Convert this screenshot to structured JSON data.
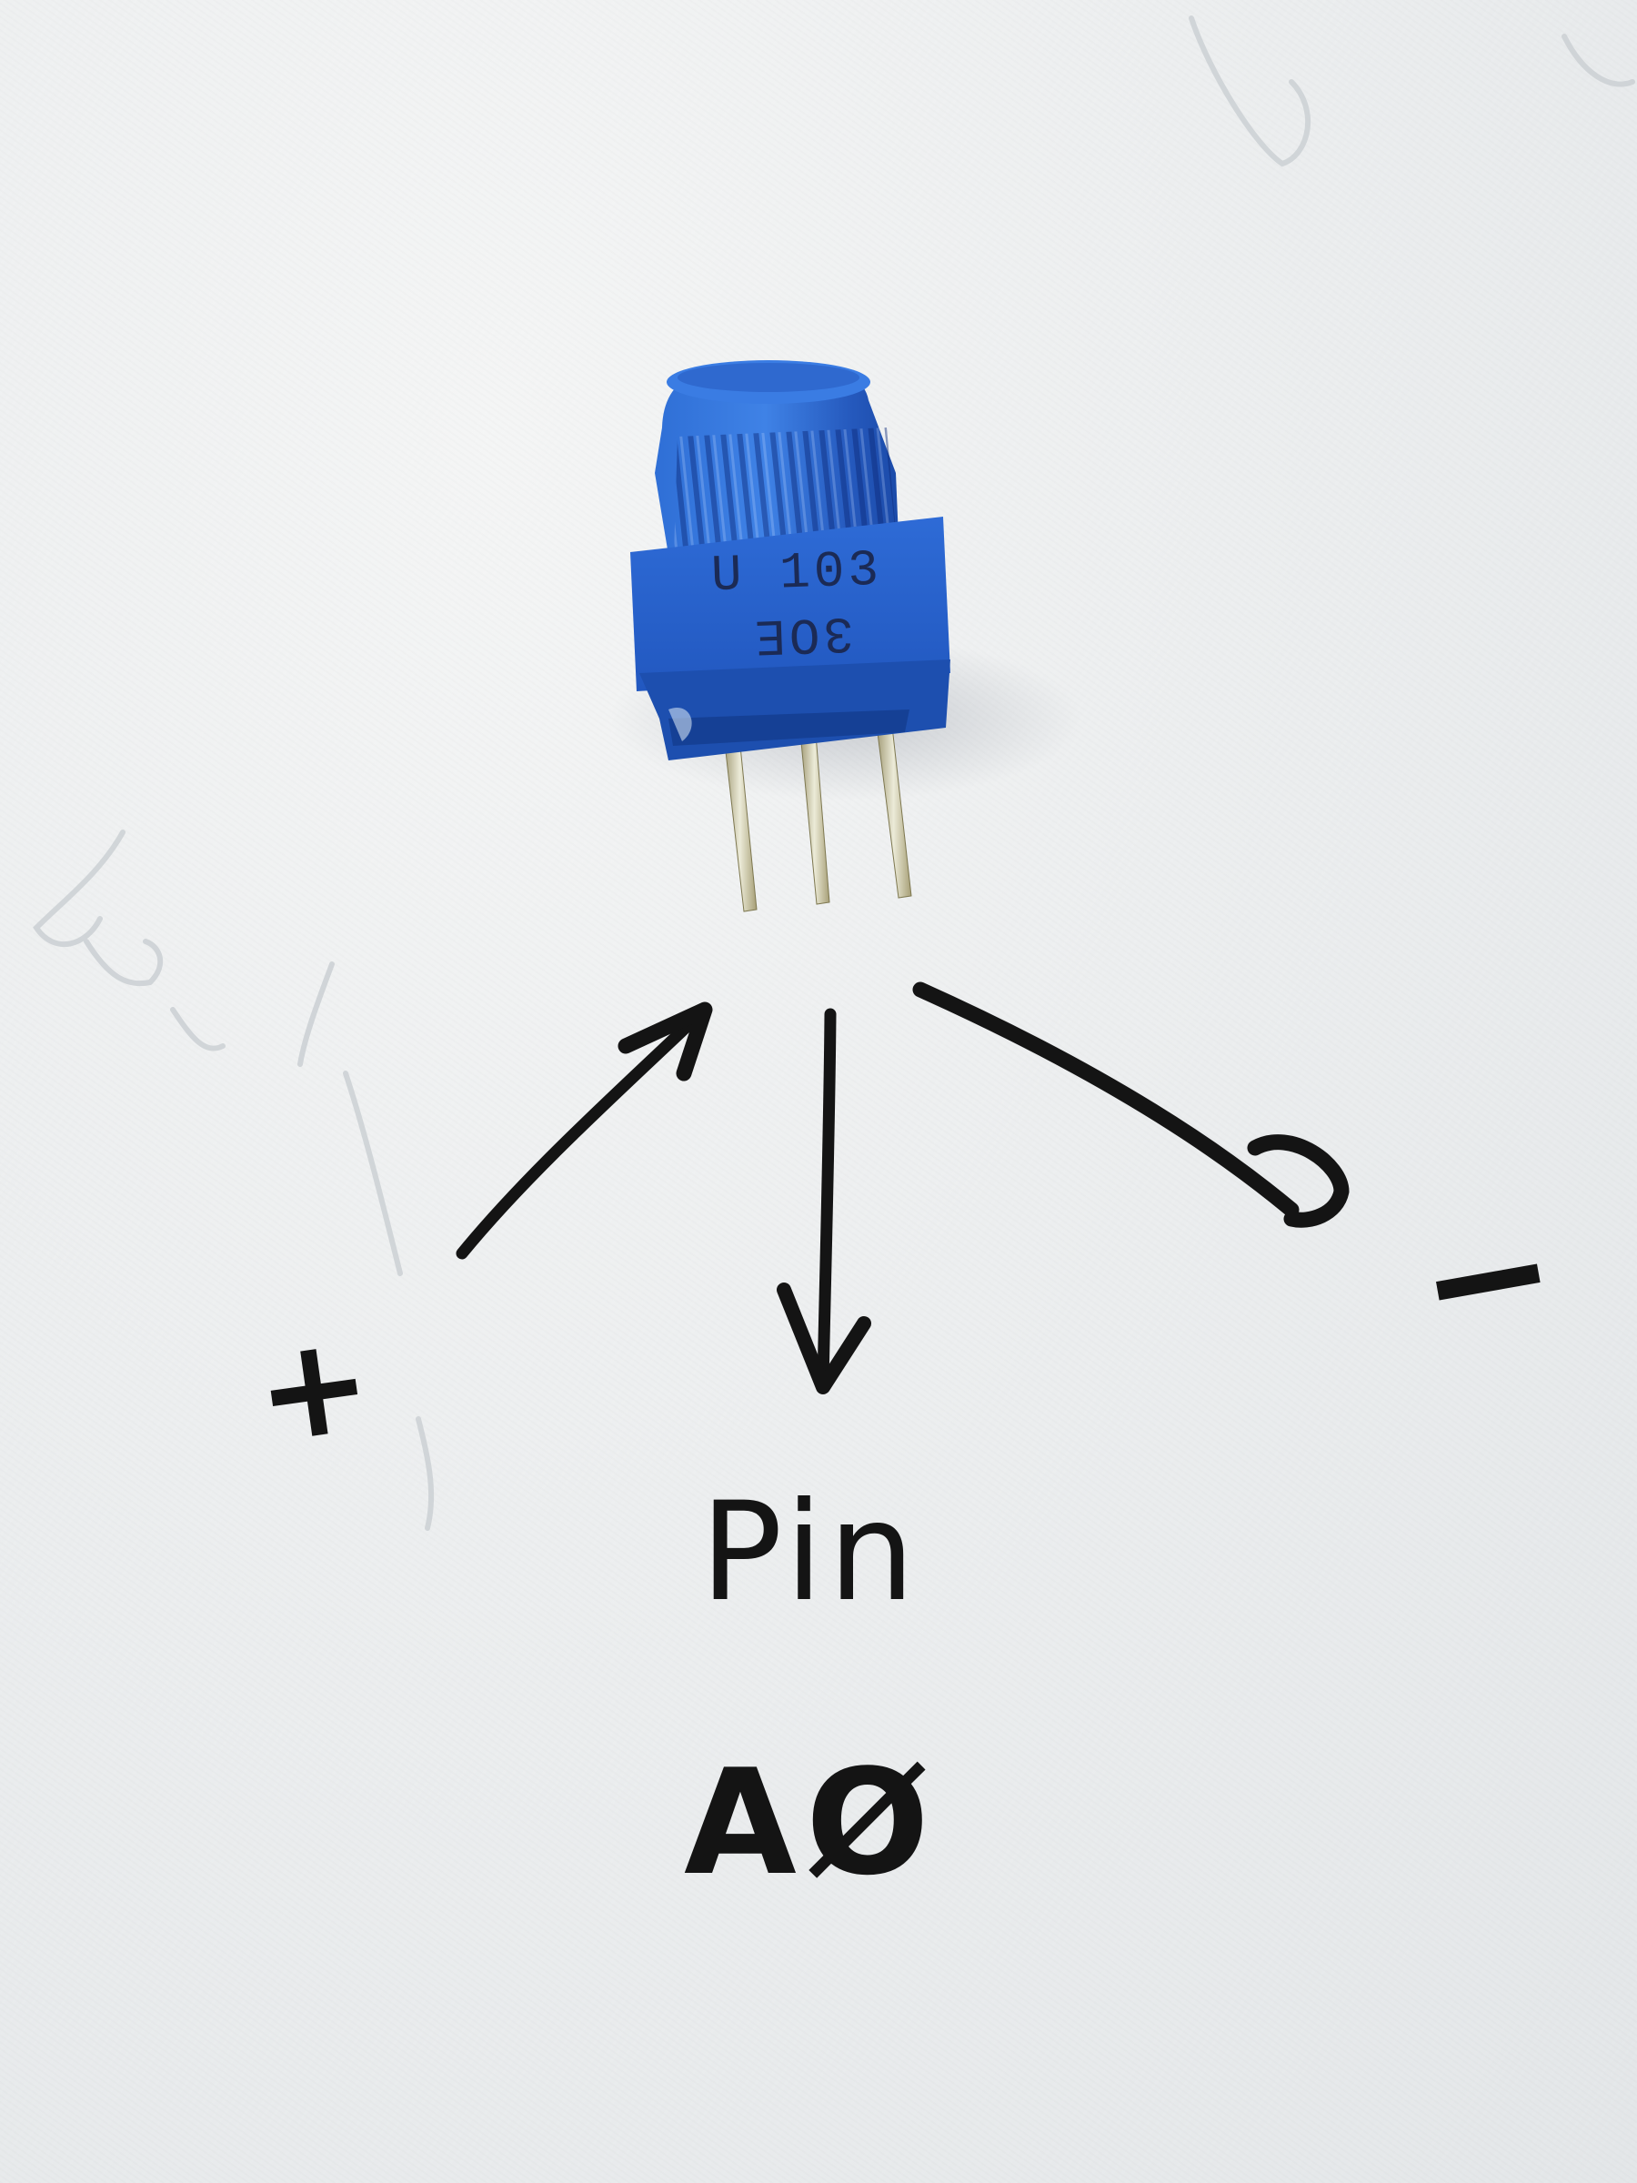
{
  "scene": {
    "description": "Blue trimmer potentiometer on white paper with hand-drawn pin annotations",
    "background_color": "#eceeef"
  },
  "component": {
    "type": "potentiometer",
    "body_color": "#2a62c9",
    "shadow_color": "#123a8a",
    "pin_color": "#c9c29a",
    "marking_line1": "U 103",
    "marking_line2": "3OE",
    "pin_count": 3
  },
  "annotations": {
    "left_pin_label": "+",
    "right_pin_label": "−",
    "middle_pin_label_line1": "Pin",
    "middle_pin_label_line2": "AØ",
    "ink_color": "#141414"
  }
}
